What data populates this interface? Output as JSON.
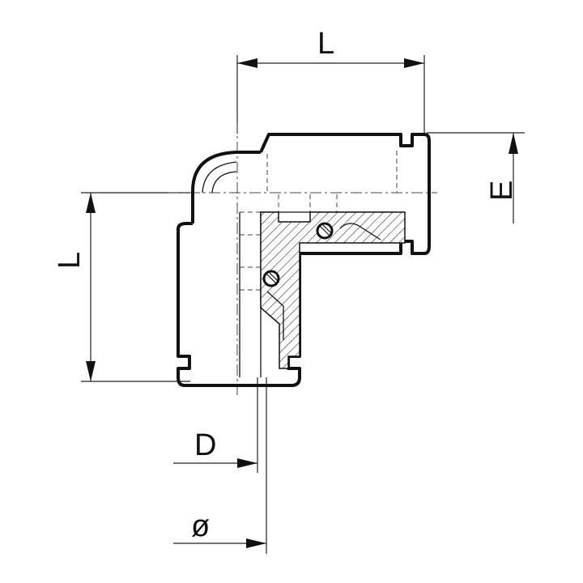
{
  "labels": {
    "top_length": "L",
    "left_length": "L",
    "e": "E",
    "d": "D",
    "phi": "ø"
  },
  "colors": {
    "line": "#111111",
    "background": "#ffffff"
  }
}
